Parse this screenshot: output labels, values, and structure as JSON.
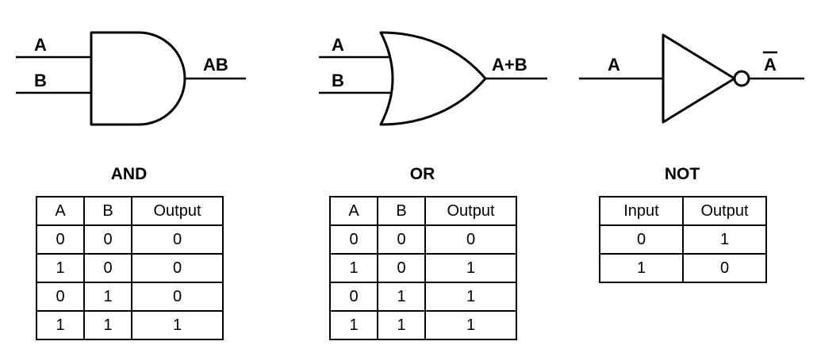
{
  "gates": [
    {
      "name": "AND",
      "inputs": [
        "A",
        "B"
      ],
      "output_label": "AB",
      "table": {
        "headers": [
          "A",
          "B",
          "Output"
        ],
        "rows": [
          [
            "0",
            "0",
            "0"
          ],
          [
            "1",
            "0",
            "0"
          ],
          [
            "0",
            "1",
            "0"
          ],
          [
            "1",
            "1",
            "1"
          ]
        ]
      }
    },
    {
      "name": "OR",
      "inputs": [
        "A",
        "B"
      ],
      "output_label": "A+B",
      "table": {
        "headers": [
          "A",
          "B",
          "Output"
        ],
        "rows": [
          [
            "0",
            "0",
            "0"
          ],
          [
            "1",
            "0",
            "1"
          ],
          [
            "0",
            "1",
            "1"
          ],
          [
            "1",
            "1",
            "1"
          ]
        ]
      }
    },
    {
      "name": "NOT",
      "inputs": [
        "A"
      ],
      "output_label": "A",
      "output_has_overline": true,
      "table": {
        "headers": [
          "Input",
          "Output"
        ],
        "rows": [
          [
            "0",
            "1"
          ],
          [
            "1",
            "0"
          ]
        ]
      }
    }
  ],
  "colors": {
    "stroke": "#000000",
    "background": "#ffffff"
  }
}
